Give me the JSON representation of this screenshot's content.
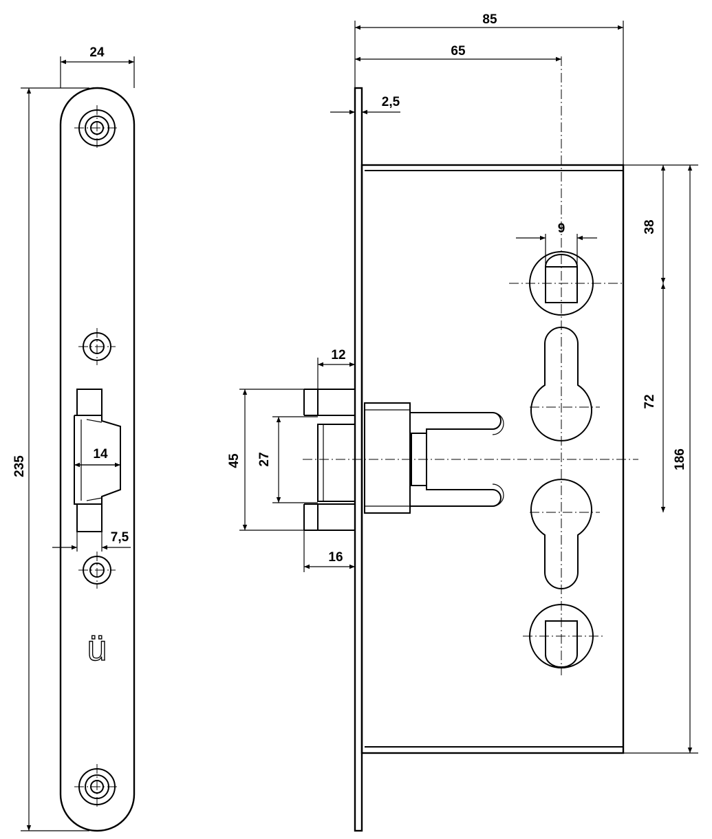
{
  "drawing": {
    "front_plate_view": {
      "dimensions": {
        "plate_width": "24",
        "plate_height": "235",
        "latch_width": "14",
        "offset": "7,5"
      },
      "mark_glyph": "ü"
    },
    "side_view": {
      "dimensions": {
        "overall_depth": "85",
        "backset": "65",
        "plate_thickness": "2,5",
        "spindle_square": "9",
        "upper_spindle_distance": "38",
        "center_distance": "72",
        "case_height": "186",
        "latch_projection": "12",
        "latch_height_outer": "45",
        "latch_height_inner": "27",
        "bolt_projection": "16"
      }
    }
  }
}
